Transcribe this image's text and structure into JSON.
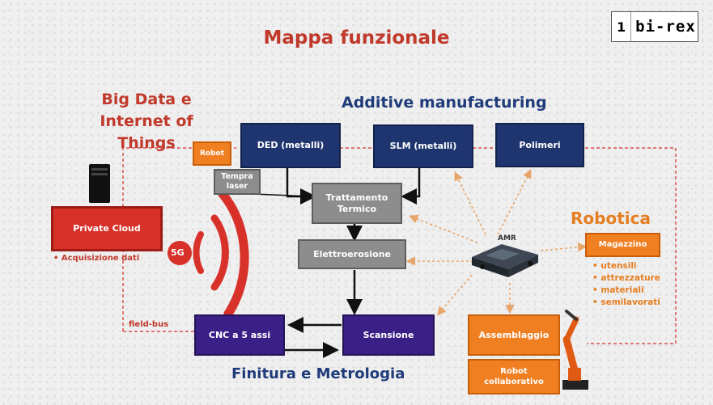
{
  "title": "Mappa funzionale",
  "logo": {
    "number": "1",
    "brand": "bi-rex"
  },
  "sections": {
    "big_data": [
      "Big Data e",
      "Internet of Things"
    ],
    "additive": "Additive manufacturing",
    "robotica": "Robotica",
    "finitura": "Finitura e Metrologia"
  },
  "boxes": {
    "ded": "DED (metalli)",
    "slm": "SLM (metalli)",
    "polimeri": "Polimeri",
    "robot": "Robot",
    "tempra": "Tempra laser",
    "trattamento": "Trattamento Termico",
    "elettroerosione": "Elettroerosione",
    "private_cloud": "Private Cloud",
    "cnc": "CNC a 5 assi",
    "scansione": "Scansione",
    "magazzino": "Magazzino",
    "assemblaggio": "Assemblaggio",
    "robot_collab": "Robot collaborativo"
  },
  "labels": {
    "acquisizione": "• Acquisizione dati",
    "field_bus": "field-bus",
    "g5": "5G",
    "amr": "AMR"
  },
  "magazzino_items": [
    "utensili",
    "attrezzature",
    "materiali",
    "semilavorati"
  ],
  "colors": {
    "red": "#c0392b",
    "navy": "#1f3570",
    "orange": "#f07f22",
    "purple": "#3a1f86"
  }
}
